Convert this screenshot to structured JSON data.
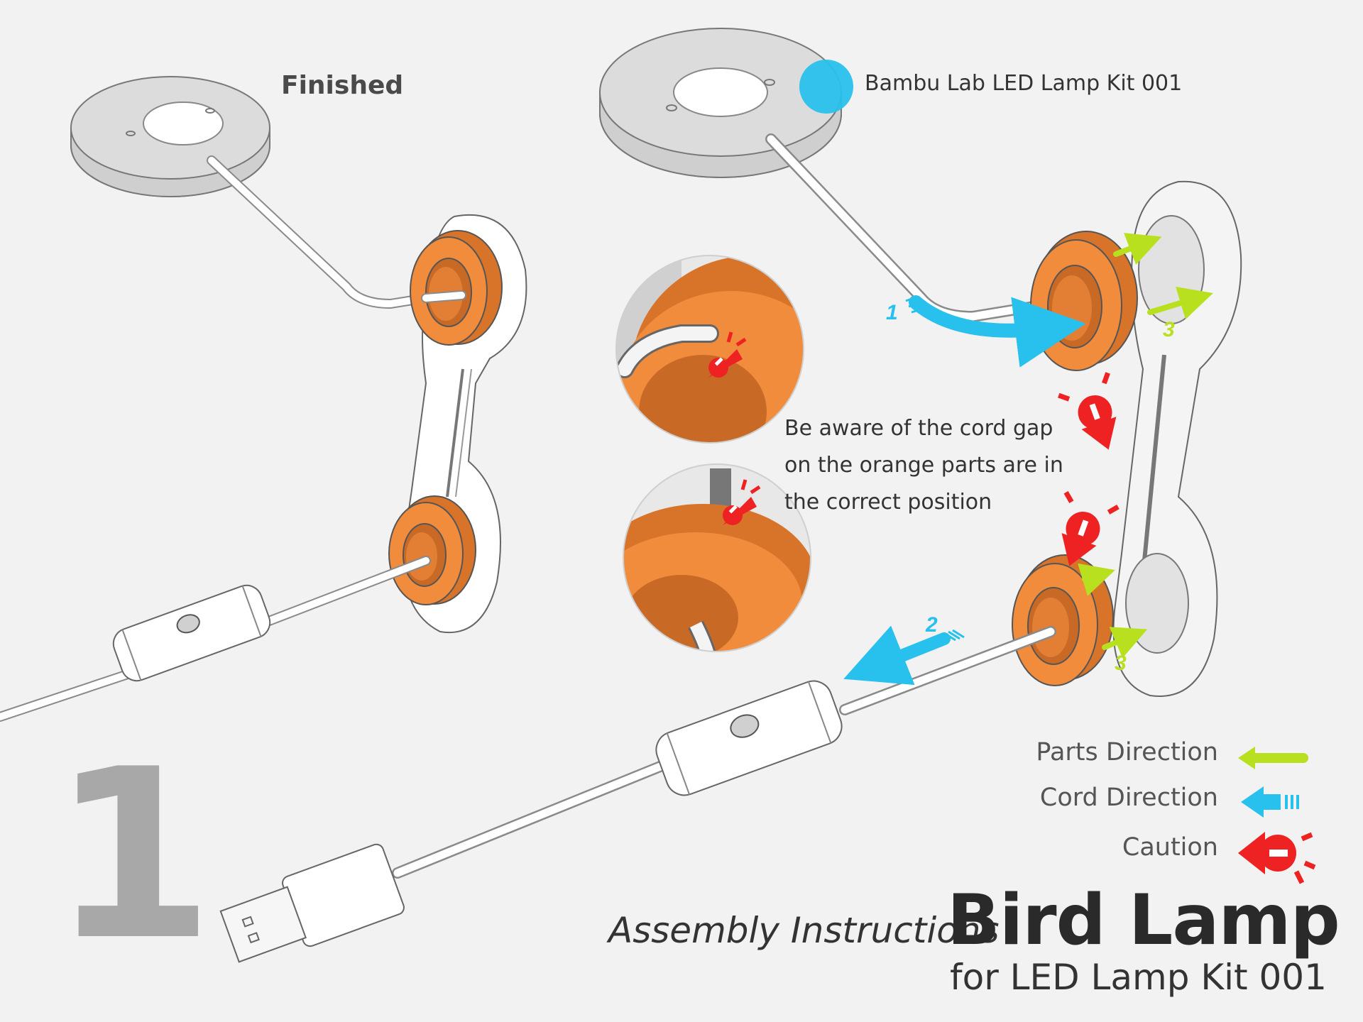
{
  "labels": {
    "finished": "Finished",
    "kit": "Bambu Lab LED Lamp Kit 001",
    "caution_note": "Be aware of the cord gap on the orange parts are in the correct position"
  },
  "steps": {
    "step1": "1",
    "step2": "2",
    "step3": "3"
  },
  "legend": {
    "parts_direction": "Parts Direction",
    "cord_direction": "Cord Direction",
    "caution": "Caution"
  },
  "footer": {
    "step_number": "1",
    "subtitle": "Assembly Instructions",
    "title": "Bird Lamp",
    "kit_line": "for LED Lamp Kit 001"
  },
  "colors": {
    "orange": "#f08c3c",
    "orange_dark": "#d8742a",
    "parts_arrow": "#b8e01e",
    "cord_arrow": "#28c0ec",
    "caution": "#ee2222",
    "kit_dot": "#28c0ec"
  }
}
